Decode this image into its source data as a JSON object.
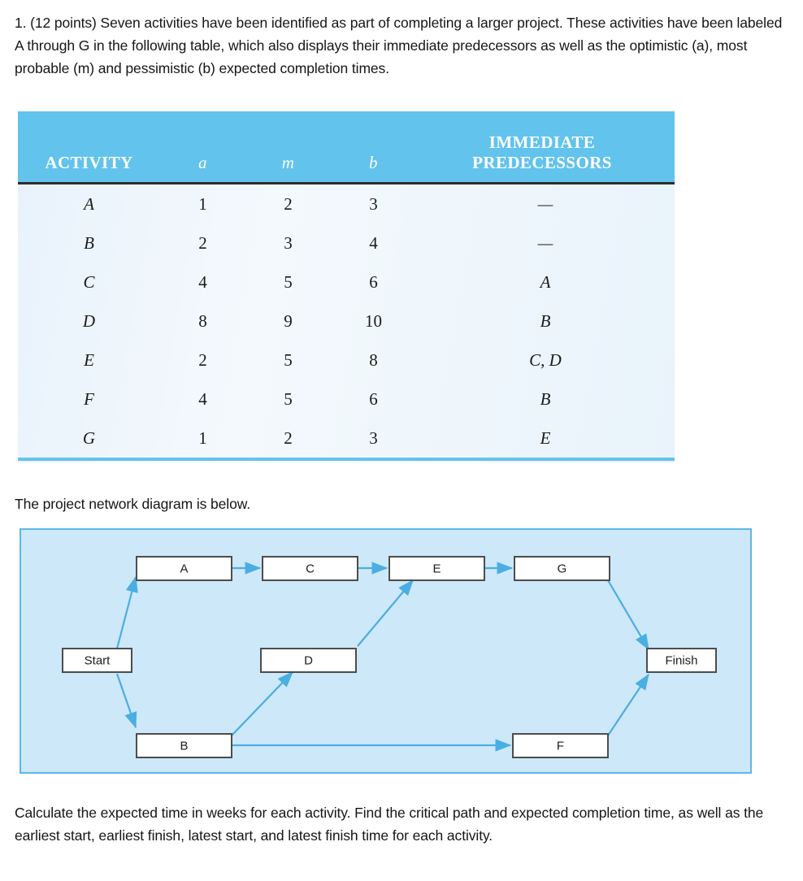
{
  "intro": {
    "text": "1. (12 points) Seven activities have been identified as part of completing a larger project.  These activities have been labeled A through G in the following table, which also displays their immediate predecessors as well as the optimistic (a), most probable (m) and pessimistic (b) expected completion times."
  },
  "table": {
    "headers": {
      "activity": "ACTIVITY",
      "a": "a",
      "m": "m",
      "b": "b",
      "predecessors_line1": "IMMEDIATE",
      "predecessors_line2": "PREDECESSORS"
    },
    "rows": [
      {
        "activity": "A",
        "a": "1",
        "m": "2",
        "b": "3",
        "predecessors": "—"
      },
      {
        "activity": "B",
        "a": "2",
        "m": "3",
        "b": "4",
        "predecessors": "—"
      },
      {
        "activity": "C",
        "a": "4",
        "m": "5",
        "b": "6",
        "predecessors": "A"
      },
      {
        "activity": "D",
        "a": "8",
        "m": "9",
        "b": "10",
        "predecessors": "B"
      },
      {
        "activity": "E",
        "a": "2",
        "m": "5",
        "b": "8",
        "predecessors": "C, D"
      },
      {
        "activity": "F",
        "a": "4",
        "m": "5",
        "b": "6",
        "predecessors": "B"
      },
      {
        "activity": "G",
        "a": "1",
        "m": "2",
        "b": "3",
        "predecessors": "E"
      }
    ]
  },
  "network_caption": {
    "text": "The project network diagram is below."
  },
  "diagram": {
    "background_color": "#cde8f8",
    "border_color": "#5cb8e8",
    "edge_color": "#4aaee2",
    "node_fill": "#ffffff",
    "node_stroke": "#4d4d4d",
    "nodes": [
      {
        "id": "start",
        "label": "Start"
      },
      {
        "id": "a",
        "label": "A"
      },
      {
        "id": "b",
        "label": "B"
      },
      {
        "id": "c",
        "label": "C"
      },
      {
        "id": "d",
        "label": "D"
      },
      {
        "id": "e",
        "label": "E"
      },
      {
        "id": "f",
        "label": "F"
      },
      {
        "id": "g",
        "label": "G"
      },
      {
        "id": "finish",
        "label": "Finish"
      }
    ],
    "edges": [
      {
        "from": "Start",
        "to": "A"
      },
      {
        "from": "Start",
        "to": "B"
      },
      {
        "from": "A",
        "to": "C"
      },
      {
        "from": "B",
        "to": "D"
      },
      {
        "from": "B",
        "to": "F"
      },
      {
        "from": "C",
        "to": "E"
      },
      {
        "from": "D",
        "to": "E"
      },
      {
        "from": "E",
        "to": "G"
      },
      {
        "from": "G",
        "to": "Finish"
      },
      {
        "from": "F",
        "to": "Finish"
      }
    ]
  },
  "outro": {
    "text": "Calculate the expected time in weeks for each activity.  Find the critical path and expected completion time, as well as the earliest start, earliest finish, latest start, and latest finish time for each activity."
  }
}
